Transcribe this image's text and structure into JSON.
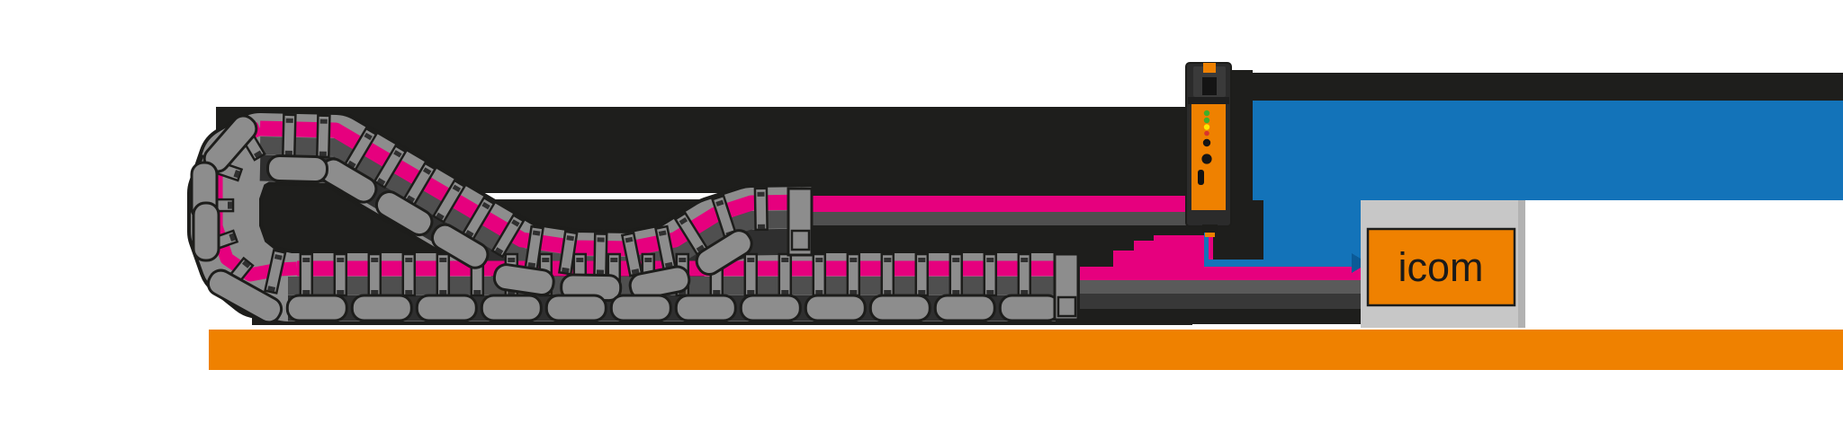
{
  "diagram": {
    "kind": "energy-chain condition monitoring schematic",
    "icom_box": {
      "label": "icom"
    },
    "module": {
      "leds": [
        "green",
        "green",
        "yellow",
        "red"
      ],
      "led_colors": {
        "green": "#3fae2a",
        "yellow": "#ffe600",
        "red": "#d8342c"
      }
    }
  },
  "colors": {
    "orange": "#ef8100",
    "magenta": "#e6007e",
    "blue": "#1373b9",
    "arrow_blue_dark": "#0b5a97",
    "chain_gray": "#8d8d8d",
    "chain_dark_gray": "#4f4f4f",
    "chain_sidewall_shadow": "#2f2f2f",
    "outline_black": "#1d1d1b",
    "background_black": "#1e1e1c",
    "ground_gray_1": "#5a5a5a",
    "ground_gray_2": "#383838",
    "device_dark": "#2b2b2b",
    "icom_silver": "#c7c7c7",
    "icom_silver_shade": "#b2b2b2",
    "white": "#ffffff"
  }
}
